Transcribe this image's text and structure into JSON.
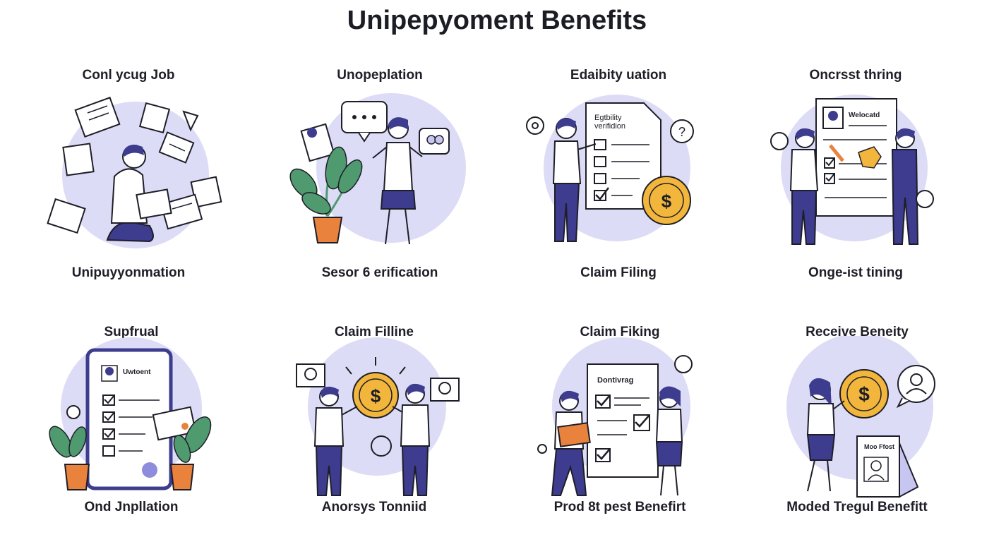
{
  "title": "Unipepyoment Benefits",
  "cards": [
    {
      "top": "Conl ycug Job",
      "bottom": "Unipuyyonmation",
      "icon": "losing-job-icon"
    },
    {
      "top": "Unopeplation",
      "bottom": "Sesor 6 erification",
      "icon": "application-chat-icon"
    },
    {
      "top": "Edaibity uation",
      "bottom": "Claim Filing",
      "icon": "eligibility-checklist-icon"
    },
    {
      "top": "Oncrsst thring",
      "bottom": "Onge-ist tining",
      "icon": "document-handoff-icon"
    },
    {
      "top": "Supfrual",
      "bottom": "Ond Jnpllation",
      "icon": "tablet-form-icon"
    },
    {
      "top": "Claim Filline",
      "bottom": "Anorsys Tonniid",
      "icon": "coin-exchange-icon"
    },
    {
      "top": "Claim Fiking",
      "bottom": "Prod 8t pest Benefirt",
      "icon": "claim-review-icon"
    },
    {
      "top": "Receive Beneity",
      "bottom": "Moded Tregul Benefitt",
      "icon": "receive-benefit-icon"
    }
  ],
  "doc_texts": {
    "eligibility_doc": [
      "Egtbility",
      "verifidion"
    ],
    "handoff_doc": "Welocatd",
    "tablet_doc": "Uwtoent",
    "review_doc": "Dontivrag",
    "benefit_doc": "Moo Ffost"
  },
  "colors": {
    "circle": "#dcdcf6",
    "navy": "#3d3c8e",
    "coin": "#f2b63d",
    "plant": "#4f9a6e",
    "pot": "#e8823c",
    "line": "#1e1e28"
  }
}
